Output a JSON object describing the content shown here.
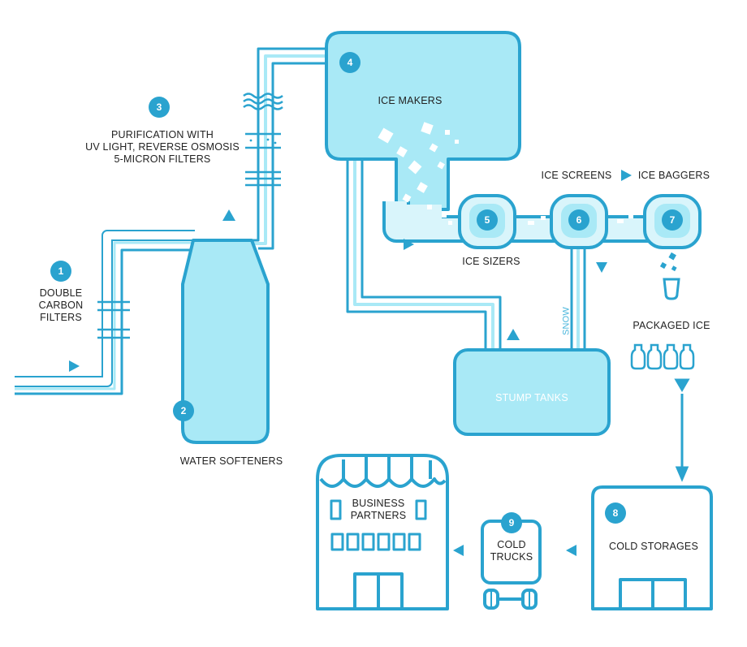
{
  "colors": {
    "stroke": "#2aa3cf",
    "fill_light": "#a9e9f6",
    "fill_pale": "#d9f5fb",
    "badge": "#2aa3cf",
    "text": "#222222"
  },
  "steps": [
    {
      "number": "1",
      "label": "DOUBLE\nCARBON\nFILTERS"
    },
    {
      "number": "2",
      "label": "WATER SOFTENERS"
    },
    {
      "number": "3",
      "label": "PURIFICATION WITH\nUV LIGHT, REVERSE OSMOSIS\n5-MICRON FILTERS"
    },
    {
      "number": "4",
      "label": "ICE MAKERS"
    },
    {
      "number": "5",
      "label": "ICE SIZERS"
    },
    {
      "number": "6",
      "label": "ICE SCREENS"
    },
    {
      "number": "7",
      "label": "ICE BAGGERS"
    },
    {
      "number": "8",
      "label": "COLD STORAGES"
    },
    {
      "number": "9",
      "label": "COLD\nTRUCKS"
    }
  ],
  "other_labels": {
    "stump_tanks": "STUMP TANKS",
    "snow": "SNOW",
    "packaged_ice": "PACKAGED ICE",
    "business_partners": "BUSINESS\nPARTNERS"
  },
  "icons": [
    "arrow-icon",
    "bottle-tank-icon",
    "pipe-filter-icon",
    "ice-cube-icon",
    "ice-bag-icon",
    "warehouse-icon",
    "truck-icon",
    "storefront-icon"
  ]
}
